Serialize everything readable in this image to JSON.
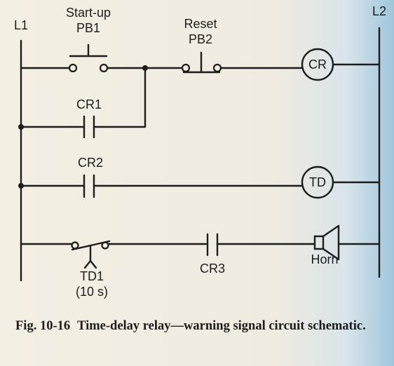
{
  "rails": {
    "left": "L1",
    "right": "L2"
  },
  "labels": {
    "pb1_top": "Start-up",
    "pb1": "PB1",
    "pb2_top": "Reset",
    "pb2": "PB2",
    "cr_coil": "CR",
    "cr1": "CR1",
    "cr2": "CR2",
    "td_coil": "TD",
    "td1": "TD1",
    "td1_time": "(10 s)",
    "cr3": "CR3",
    "horn": "Horn"
  },
  "caption": {
    "number": "Fig. 10-16",
    "title": "Time-delay relay—warning signal circuit schematic."
  },
  "colors": {
    "wire": "#1c1c1c",
    "paper": "#f3eee2",
    "edge_tint": "#9fc6dc"
  }
}
